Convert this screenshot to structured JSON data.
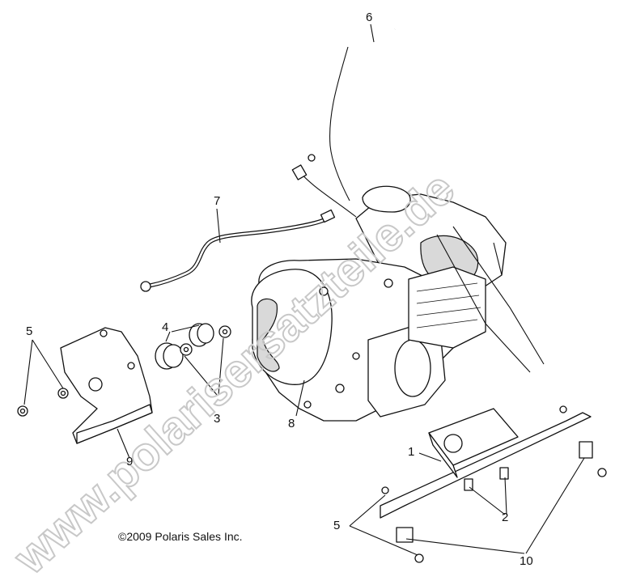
{
  "callouts": {
    "c1": "1",
    "c2": "2",
    "c3": "3",
    "c4": "4",
    "c5a": "5",
    "c5b": "5",
    "c6": "6",
    "c7": "7",
    "c8": "8",
    "c9": "9",
    "c10": "10"
  },
  "copyright": "©2009 Polaris Sales Inc.",
  "watermark": "www.polarisersatzteile.de",
  "colors": {
    "watermark": "#c8c8c8",
    "line": "#111111"
  }
}
